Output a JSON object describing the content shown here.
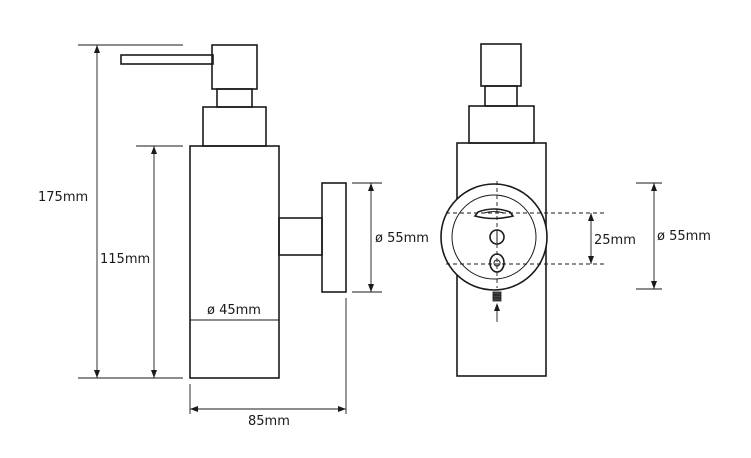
{
  "dimensions": {
    "total_height": "175mm",
    "body_height": "115mm",
    "body_diameter": "ø 45mm",
    "depth": "85mm",
    "flange_diameter_side": "ø 55mm",
    "flange_diameter_back": "ø 55mm",
    "hole_spacing": "25mm"
  }
}
